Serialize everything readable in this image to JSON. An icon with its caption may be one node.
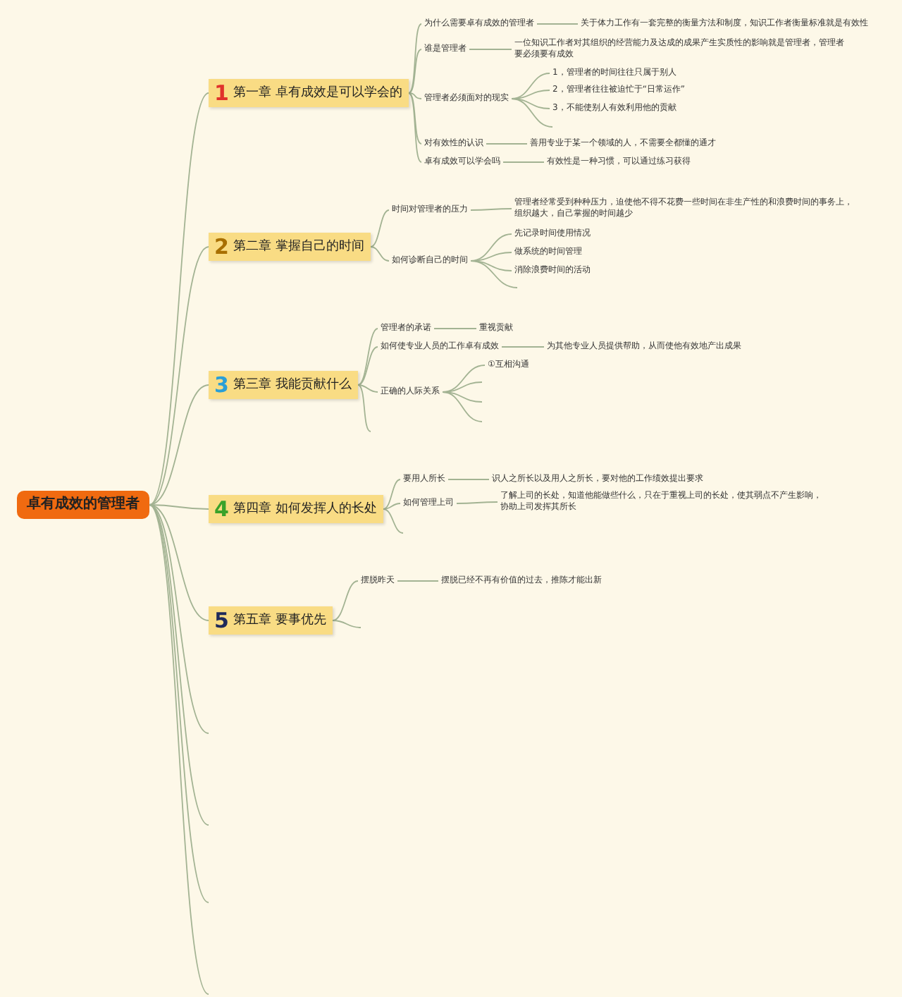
{
  "diagram": {
    "nodes": [
      {
        "text": [
          "卓有成效的管理者"
        ]
      },
      {
        "text": [
          "1",
          "第一章 卓有成效是可以学会的"
        ]
      },
      {
        "text": [
          "为什么需要卓有成效的管理者"
        ]
      },
      {
        "text": [
          "关于体力工作有一套完整的衡量方法和制度，知识工作者衡量标准就是有效性"
        ]
      },
      {
        "text": [
          "谁是管理者"
        ]
      },
      {
        "text": [
          "一位知识工作者对其组织的经营能力及达成的成果产生实质性的影响就是管理者，管理者要必须要有成效"
        ]
      },
      {
        "text": [
          "管理者必须面对的现实"
        ]
      },
      {
        "text": [
          "1，管理者的时间往往只属于别人"
        ]
      },
      {
        "text": [
          "2，管理者往往被迫忙于“日常运作”"
        ]
      },
      {
        "text": [
          "3，不能使别人有效利用他的贡献"
        ]
      },
      {
        "text": [
          "对有效性的认识"
        ]
      },
      {
        "text": [
          "善用专业于某一个领域的人，不需要全都懂的通才"
        ]
      },
      {
        "text": [
          "卓有成效可以学会吗"
        ]
      },
      {
        "text": [
          "有效性是一种习惯，可以通过练习获得"
        ]
      },
      {
        "text": [
          "2",
          "第二章 掌握自己的时间"
        ]
      },
      {
        "text": [
          "时间对管理者的压力"
        ]
      },
      {
        "text": [
          "管理者经常受到种种压力，迫使他不得不花费一些时间在非生产性的和浪费时间的事务上，组织越大，自己掌握的时间越少"
        ]
      },
      {
        "text": [
          "如何诊断自己的时间"
        ]
      },
      {
        "text": [
          "先记录时间使用情况"
        ]
      },
      {
        "text": [
          "做系统的时间管理"
        ]
      },
      {
        "text": [
          "消除浪费时间的活动"
        ]
      },
      {
        "text": [
          "3",
          "第三章 我能贡献什么"
        ]
      },
      {
        "text": [
          "管理者的承诺"
        ]
      },
      {
        "text": [
          "重视贡献"
        ]
      },
      {
        "text": [
          "如何使专业人员的工作卓有成效"
        ]
      },
      {
        "text": [
          "为其他专业人员提供帮助，从而使他有效地产出成果"
        ]
      },
      {
        "text": [
          "正确的人际关系"
        ]
      },
      {
        "text": [
          "①互相沟通"
        ]
      },
      {
        "text": [
          "4",
          "第四章 如何发挥人的长处"
        ]
      },
      {
        "text": [
          "要用人所长"
        ]
      },
      {
        "text": [
          "识人之所长以及用人之所长，要对他的工作绩效提出要求"
        ]
      },
      {
        "text": [
          "如何管理上司"
        ]
      },
      {
        "text": [
          "了解上司的长处，知道他能做些什么，只在于重视上司的长处，使其弱点不产生影响，协助上司发挥其所长"
        ]
      },
      {
        "text": [
          "5",
          "第五章 要事优先"
        ]
      },
      {
        "text": [
          "摆脱昨天"
        ]
      },
      {
        "text": [
          "摆脱已经不再有价值的过去，推陈才能出新"
        ]
      }
    ],
    "edges": [
      {
        "from": 0,
        "to": 1,
        "arrow": "none"
      },
      {
        "from": 0,
        "to": 14,
        "arrow": "none"
      },
      {
        "from": 0,
        "to": 21,
        "arrow": "none"
      },
      {
        "from": 0,
        "to": 28,
        "arrow": "none"
      },
      {
        "from": 0,
        "to": 33,
        "arrow": "none"
      },
      {
        "from": 1,
        "to": 2,
        "arrow": "none"
      },
      {
        "from": 2,
        "to": 3,
        "arrow": "none"
      },
      {
        "from": 1,
        "to": 4,
        "arrow": "none"
      },
      {
        "from": 4,
        "to": 5,
        "arrow": "none"
      },
      {
        "from": 1,
        "to": 6,
        "arrow": "none"
      },
      {
        "from": 6,
        "to": 7,
        "arrow": "none"
      },
      {
        "from": 6,
        "to": 8,
        "arrow": "none"
      },
      {
        "from": 6,
        "to": 9,
        "arrow": "none"
      },
      {
        "from": 1,
        "to": 10,
        "arrow": "none"
      },
      {
        "from": 10,
        "to": 11,
        "arrow": "none"
      },
      {
        "from": 1,
        "to": 12,
        "arrow": "none"
      },
      {
        "from": 12,
        "to": 13,
        "arrow": "none"
      },
      {
        "from": 14,
        "to": 15,
        "arrow": "none"
      },
      {
        "from": 15,
        "to": 16,
        "arrow": "none"
      },
      {
        "from": 14,
        "to": 17,
        "arrow": "none"
      },
      {
        "from": 17,
        "to": 18,
        "arrow": "none"
      },
      {
        "from": 17,
        "to": 19,
        "arrow": "none"
      },
      {
        "from": 17,
        "to": 20,
        "arrow": "none"
      },
      {
        "from": 21,
        "to": 22,
        "arrow": "none"
      },
      {
        "from": 22,
        "to": 23,
        "arrow": "none"
      },
      {
        "from": 21,
        "to": 24,
        "arrow": "none"
      },
      {
        "from": 24,
        "to": 25,
        "arrow": "none"
      },
      {
        "from": 21,
        "to": 26,
        "arrow": "none"
      },
      {
        "from": 26,
        "to": 27,
        "arrow": "none"
      },
      {
        "from": 28,
        "to": 29,
        "arrow": "none"
      },
      {
        "from": 29,
        "to": 30,
        "arrow": "none"
      },
      {
        "from": 28,
        "to": 31,
        "arrow": "none"
      },
      {
        "from": 31,
        "to": 32,
        "arrow": "none"
      },
      {
        "from": 33,
        "to": 34,
        "arrow": "none"
      },
      {
        "from": 34,
        "to": 35,
        "arrow": "none"
      }
    ]
  }
}
